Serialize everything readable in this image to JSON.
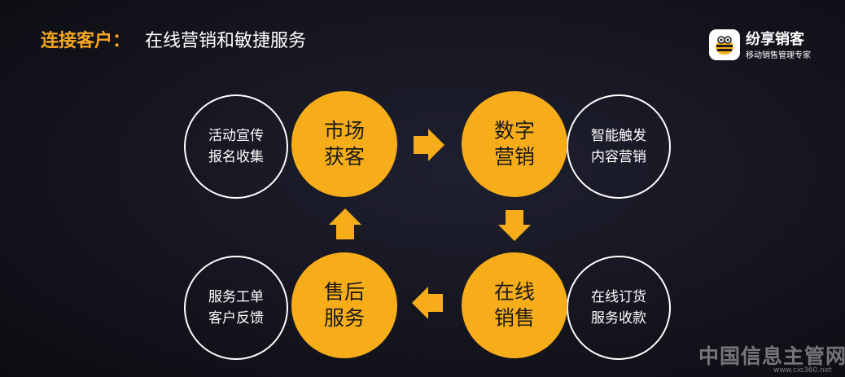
{
  "title": {
    "highlight": "连接客户：",
    "text": "在线营销和敏捷服务"
  },
  "logo": {
    "name": "纷享销客",
    "tagline": "移动销售管理专家",
    "icon": "bee-logo-icon"
  },
  "cycle": {
    "market": {
      "line1": "市场",
      "line2": "获客"
    },
    "digital": {
      "line1": "数字",
      "line2": "营销"
    },
    "online": {
      "line1": "在线",
      "line2": "销售"
    },
    "service": {
      "line1": "售后",
      "line2": "服务"
    },
    "market_detail": {
      "line1": "活动宣传",
      "line2": "报名收集"
    },
    "digital_detail": {
      "line1": "智能触发",
      "line2": "内容营销"
    },
    "online_detail": {
      "line1": "在线订货",
      "line2": "服务收款"
    },
    "service_detail": {
      "line1": "服务工单",
      "line2": "客户反馈"
    }
  },
  "colors": {
    "accent": "#f7ad19",
    "title_highlight": "#f5a623",
    "background": "#15151f"
  },
  "watermark": {
    "text": "中国信息主管网",
    "url": "www.cio360.net"
  }
}
